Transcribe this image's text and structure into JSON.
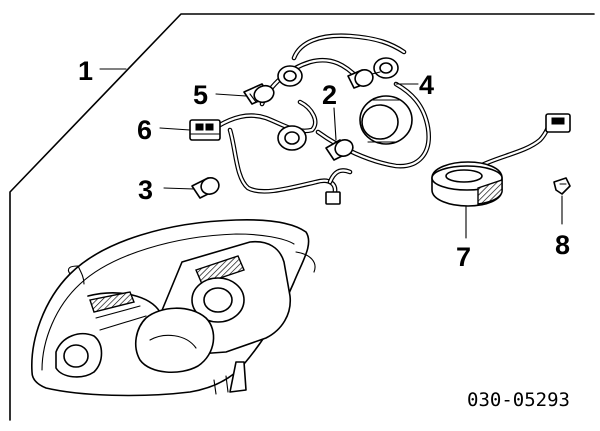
{
  "diagram": {
    "figure_code": "030-05293",
    "callouts": [
      {
        "id": "1",
        "label": "1"
      },
      {
        "id": "2",
        "label": "2"
      },
      {
        "id": "3",
        "label": "3"
      },
      {
        "id": "4",
        "label": "4"
      },
      {
        "id": "5",
        "label": "5"
      },
      {
        "id": "6",
        "label": "6"
      },
      {
        "id": "7",
        "label": "7"
      },
      {
        "id": "8",
        "label": "8"
      }
    ]
  }
}
